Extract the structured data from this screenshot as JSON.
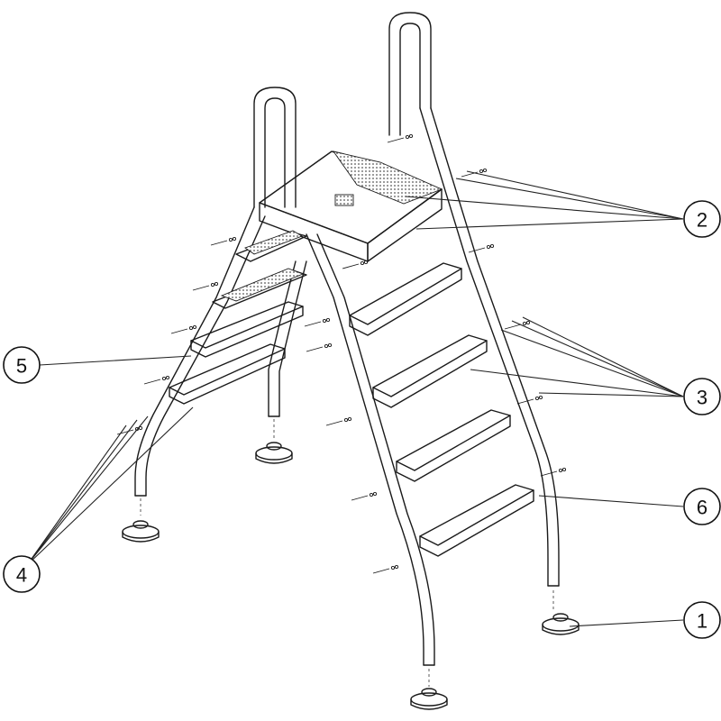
{
  "diagram": {
    "callouts": [
      {
        "id": "1",
        "label": "1"
      },
      {
        "id": "2",
        "label": "2"
      },
      {
        "id": "3",
        "label": "3"
      },
      {
        "id": "4",
        "label": "4"
      },
      {
        "id": "5",
        "label": "5"
      },
      {
        "id": "6",
        "label": "6"
      }
    ]
  },
  "colors": {
    "line": "#1a1a1a",
    "background": "#ffffff"
  }
}
